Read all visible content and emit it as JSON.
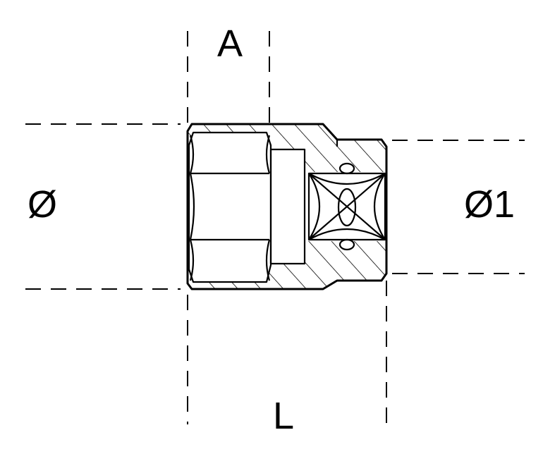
{
  "labels": {
    "hex_width": "A",
    "outer_diameter": "Ø",
    "drive_diameter": "Ø1",
    "length": "L"
  },
  "colors": {
    "line": "#000000",
    "background": "#ffffff"
  }
}
